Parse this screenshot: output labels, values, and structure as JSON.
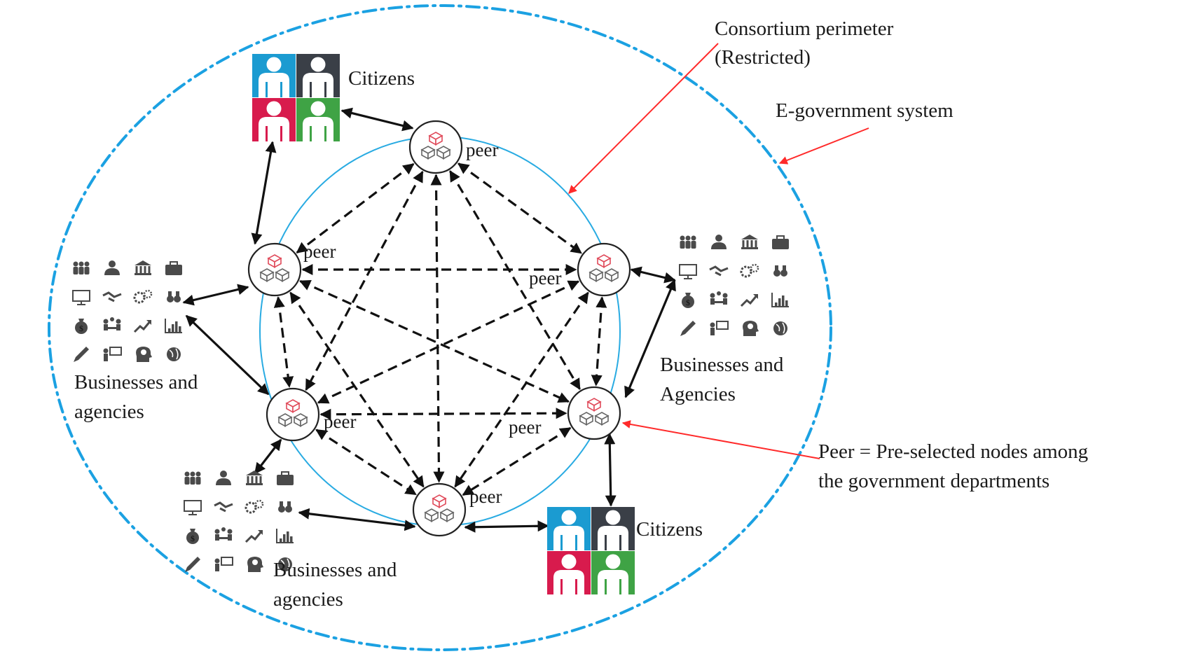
{
  "annotations": {
    "consortium": [
      "Consortium perimeter",
      "(Restricted)"
    ],
    "egov": "E-government system",
    "peer_def": [
      "Peer = Pre-selected nodes among",
      "the government departments"
    ]
  },
  "peer_label": "peer",
  "groups": {
    "citizens_top": "Citizens",
    "citizens_bottom": "Citizens",
    "biz_left": [
      "Businesses and",
      "agencies"
    ],
    "biz_right": [
      "Businesses and",
      "Agencies"
    ],
    "biz_bottom": [
      "Businesses and",
      "agencies"
    ]
  },
  "colors": {
    "outer_boundary": "#1ba1e2",
    "consortium_circle": "#29abe2",
    "pointer": "#ff2a2a",
    "citizen_tiles": [
      "#1b9bd1",
      "#3a3f47",
      "#d81b4d",
      "#3fa345"
    ],
    "icon": "#4a4a4a",
    "block_icon": "#e04a5a"
  },
  "icons": {
    "business_grid": [
      "people-group-icon",
      "businessman-icon",
      "bank-icon",
      "briefcase-icon",
      "presentation-screen-icon",
      "handshake-icon",
      "gears-icon",
      "binoculars-icon",
      "money-bag-icon",
      "meeting-icon",
      "growth-arrow-icon",
      "bar-chart-icon",
      "pen-icon",
      "presenter-icon",
      "head-gear-icon",
      "globe-icon"
    ],
    "peer_node": "blockchain-cubes-icon",
    "citizen_tile": "person-icon"
  }
}
